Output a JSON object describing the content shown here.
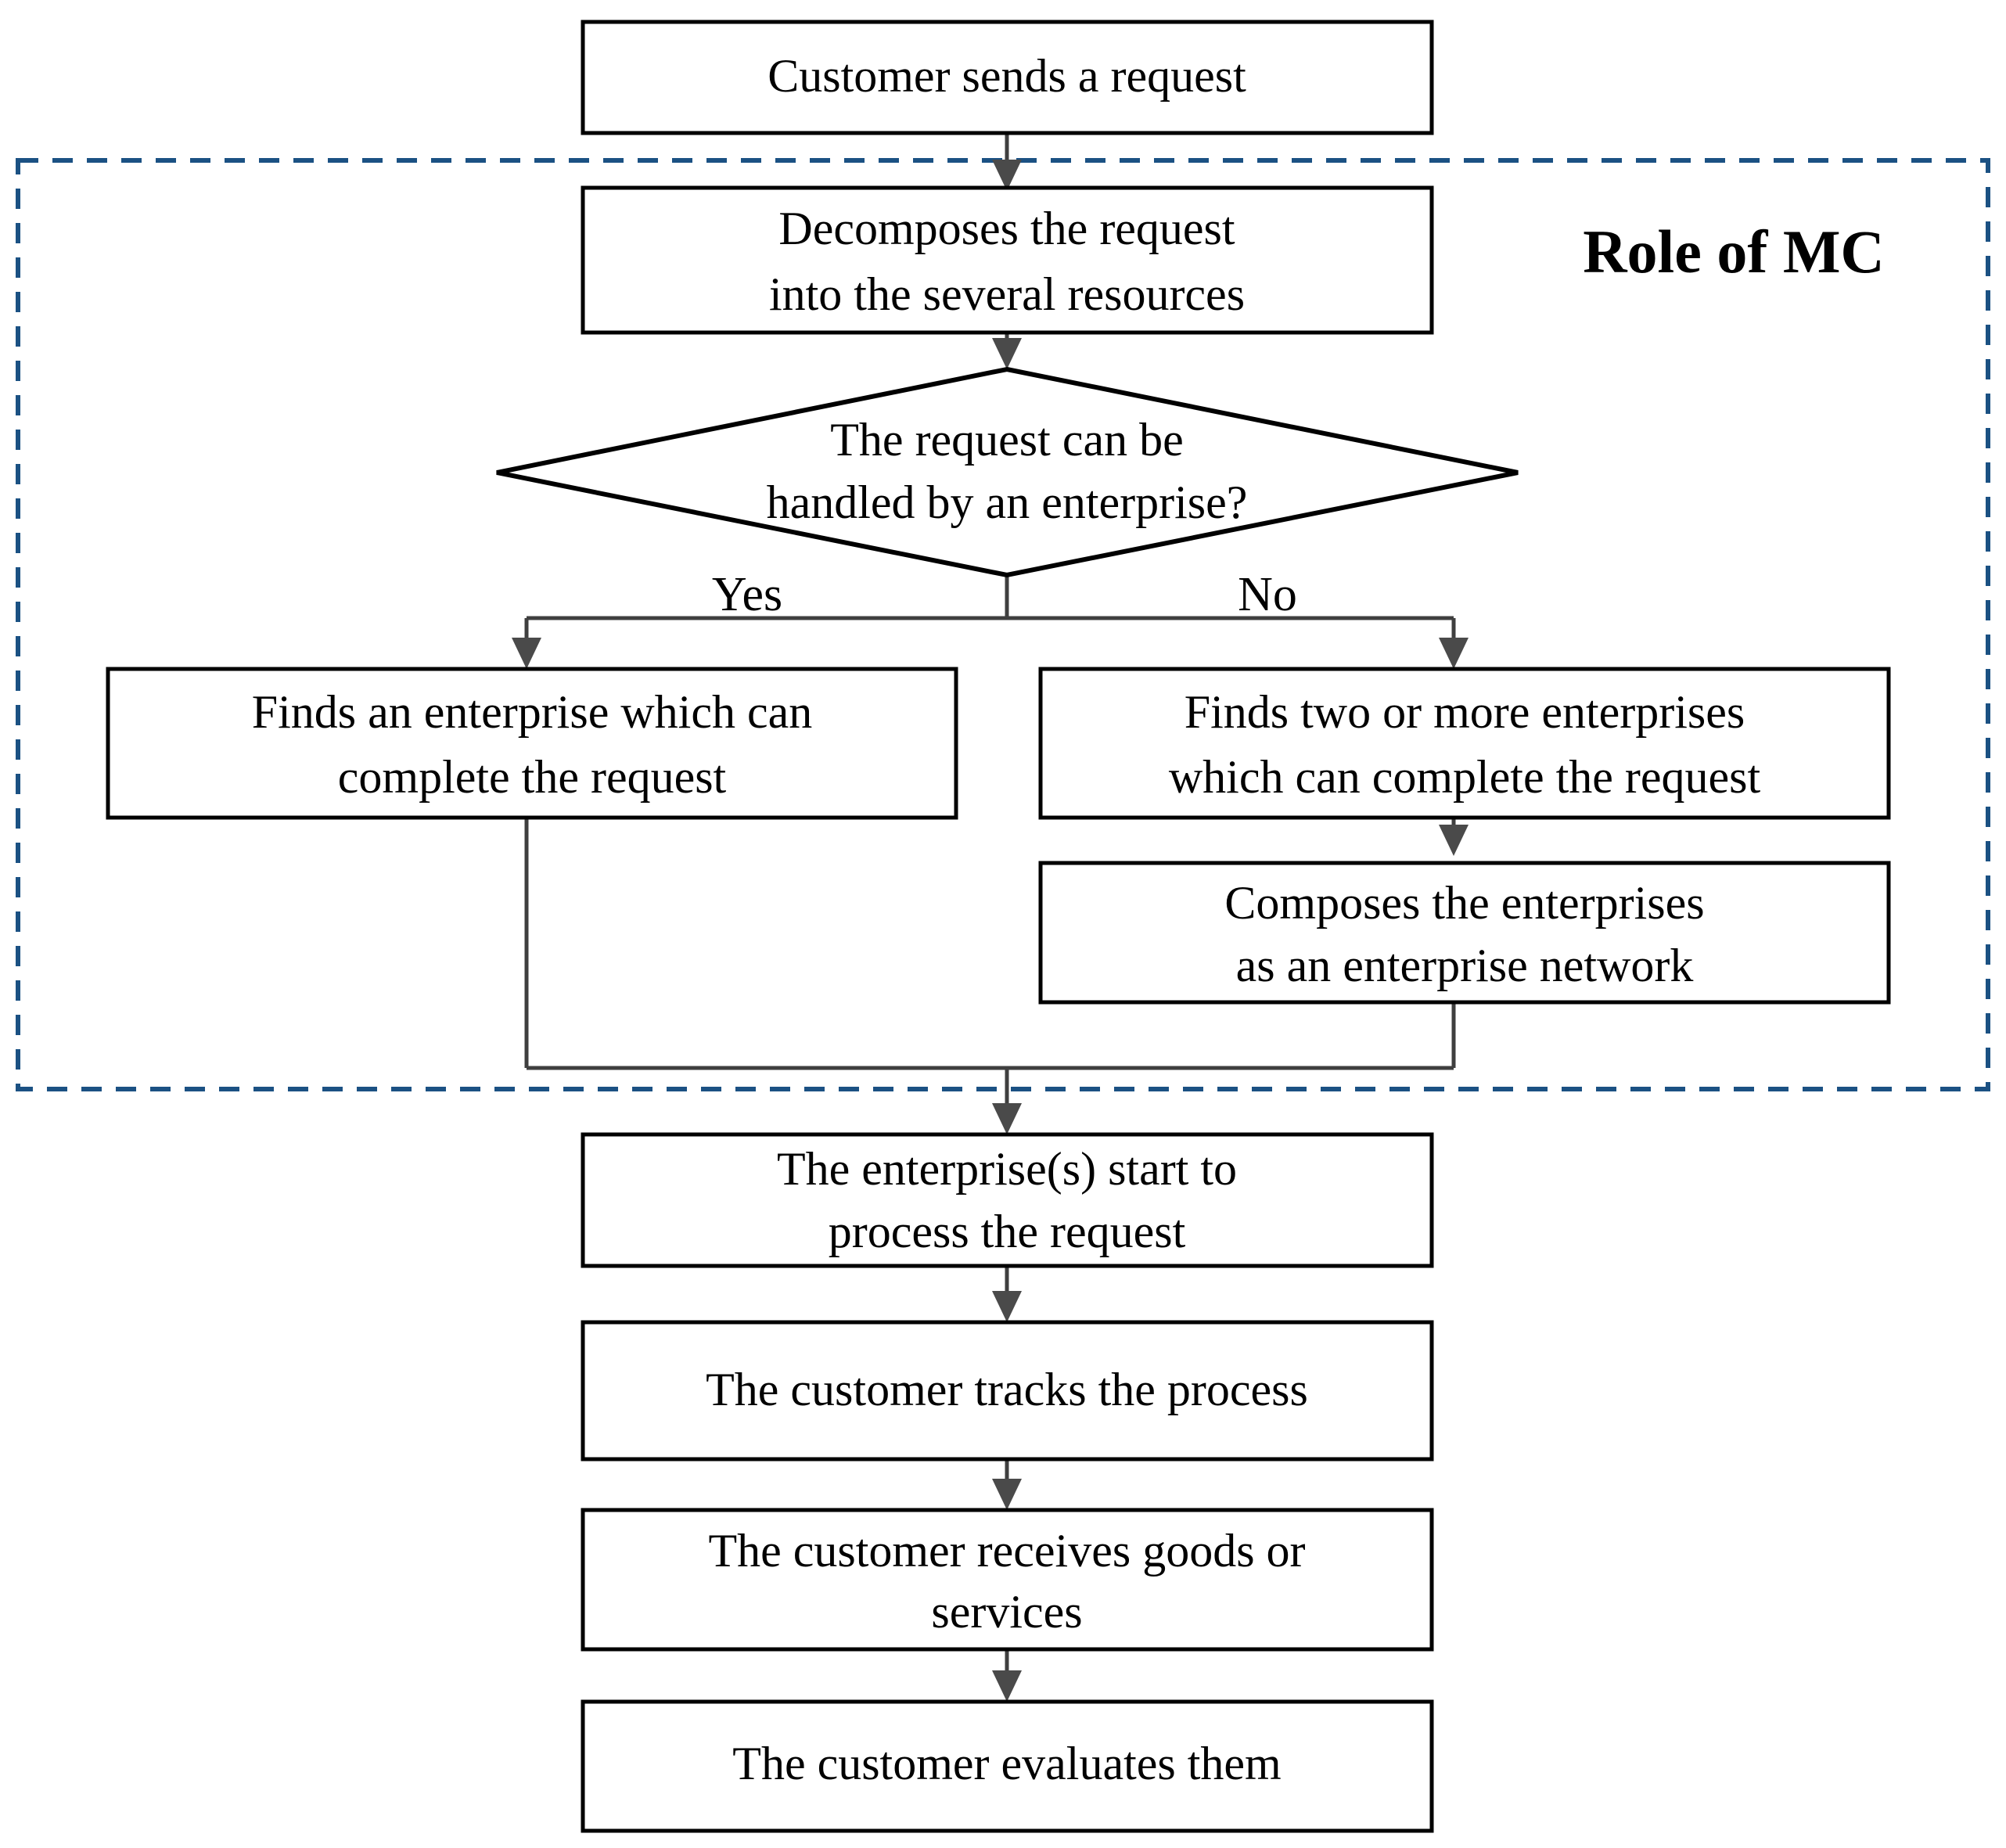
{
  "diagram": {
    "type": "flowchart",
    "title": "",
    "group": {
      "label": "Role of MC",
      "border_color": "#1b5183",
      "border_style": "dashed"
    },
    "colors": {
      "node_fill": "#ffffff",
      "node_stroke": "#000000",
      "connector": "#3f3f3f",
      "text": "#000000",
      "group_border": "#1b5183",
      "background": "#ffffff"
    },
    "nodes": [
      {
        "id": "customer-sends-request",
        "shape": "process",
        "lines": [
          "Customer sends a request"
        ],
        "in_group": false
      },
      {
        "id": "decomposes-request",
        "shape": "process",
        "lines": [
          "Decomposes  the request",
          "into the several resources"
        ],
        "in_group": true
      },
      {
        "id": "request-handled-decision",
        "shape": "decision",
        "lines": [
          "The request can be",
          "handled by an enterprise?"
        ],
        "in_group": true
      },
      {
        "id": "finds-one-enterprise",
        "shape": "process",
        "lines": [
          "Finds an enterprise which can",
          "complete the request"
        ],
        "in_group": true
      },
      {
        "id": "finds-two-or-more-enterprises",
        "shape": "process",
        "lines": [
          "Finds two or more enterprises",
          "which can complete the request"
        ],
        "in_group": true
      },
      {
        "id": "composes-enterprise-network",
        "shape": "process",
        "lines": [
          "Composes the enterprises",
          "as an enterprise network"
        ],
        "in_group": true
      },
      {
        "id": "enterprises-start-process",
        "shape": "process",
        "lines": [
          "The enterprise(s) start to",
          "process the request"
        ],
        "in_group": false
      },
      {
        "id": "customer-tracks-process",
        "shape": "process",
        "lines": [
          "The customer tracks the process"
        ],
        "in_group": false
      },
      {
        "id": "customer-receives-goods",
        "shape": "process",
        "lines": [
          "The customer receives goods  or",
          "services"
        ],
        "in_group": false
      },
      {
        "id": "customer-evaluates",
        "shape": "process",
        "lines": [
          "The customer evaluates  them"
        ],
        "in_group": false
      }
    ],
    "edges": [
      {
        "id": "e1",
        "from": "customer-sends-request",
        "to": "decomposes-request",
        "label": ""
      },
      {
        "id": "e2",
        "from": "decomposes-request",
        "to": "request-handled-decision",
        "label": ""
      },
      {
        "id": "e3",
        "from": "request-handled-decision",
        "to": "finds-one-enterprise",
        "label": "Yes"
      },
      {
        "id": "e4",
        "from": "request-handled-decision",
        "to": "finds-two-or-more-enterprises",
        "label": "No"
      },
      {
        "id": "e5",
        "from": "finds-two-or-more-enterprises",
        "to": "composes-enterprise-network",
        "label": ""
      },
      {
        "id": "e6",
        "from": "finds-one-enterprise",
        "to": "enterprises-start-process",
        "label": ""
      },
      {
        "id": "e7",
        "from": "composes-enterprise-network",
        "to": "enterprises-start-process",
        "label": ""
      },
      {
        "id": "e8",
        "from": "enterprises-start-process",
        "to": "customer-tracks-process",
        "label": ""
      },
      {
        "id": "e9",
        "from": "customer-tracks-process",
        "to": "customer-receives-goods",
        "label": ""
      },
      {
        "id": "e10",
        "from": "customer-receives-goods",
        "to": "customer-evaluates",
        "label": ""
      }
    ],
    "branch_labels": {
      "yes": "Yes",
      "no": "No"
    },
    "node_text": {
      "n0_l0": "Customer sends a request",
      "n1_l0": "Decomposes  the request",
      "n1_l1": "into the several resources",
      "n2_l0": "The request can be",
      "n2_l1": "handled by an enterprise?",
      "n3_l0": "Finds an enterprise which can",
      "n3_l1": "complete  the request",
      "n4_l0": "Finds two or more enterprises",
      "n4_l1": "which can complete the request",
      "n5_l0": "Composes  the enterprises",
      "n5_l1": "as an enterprise network",
      "n6_l0": "The enterprise(s) start to",
      "n6_l1": "process  the request",
      "n7_l0": "The customer  tracks  the process",
      "n8_l0": "The customer receives goods  or",
      "n8_l1": "services",
      "n9_l0": "The customer  evaluates  them"
    }
  }
}
